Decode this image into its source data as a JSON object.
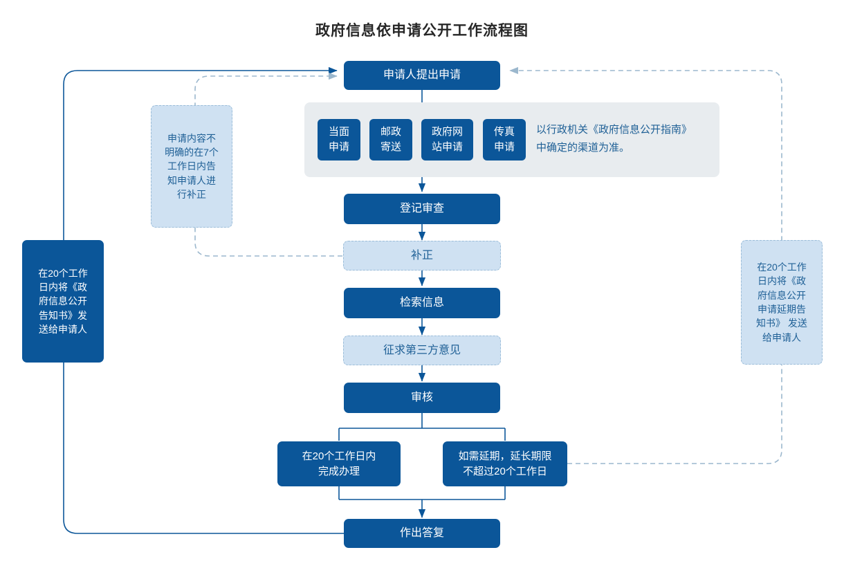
{
  "title": "政府信息依申请公开工作流程图",
  "nodes": {
    "apply": "申请人提出申请",
    "channels": [
      "当面\n申请",
      "邮政\n寄送",
      "政府网\n站申请",
      "传真\n申请"
    ],
    "channel_note": "以行政机关《政府信息公开指南》\n中确定的渠道为准。",
    "register": "登记审查",
    "supplement": "补正",
    "search": "检索信息",
    "third_party": "征求第三方意见",
    "review": "审核",
    "branch_normal": "在20个工作日内\n完成办理",
    "branch_extend": "如需延期，延长期限\n不超过20个工作日",
    "answer": "作出答复",
    "note_left_light": "申请内容不\n明确的在7个\n工作日内告\n知申请人进\n行补正",
    "note_left_dark": "在20个工作\n日内将《政\n府信息公开\n告知书》发\n送给申请人",
    "note_right_light": "在20个工作\n日内将《政\n府信息公开\n申请延期告\n知书》 发送\n给申请人"
  },
  "colors": {
    "dark_blue": "#0b5699",
    "light_blue": "#cfe1f2",
    "group_grey": "#e8ecef",
    "text_blue": "#1f6096",
    "line_solid": "#0b5699",
    "line_dashed": "#9bb7cd",
    "title": "#262626"
  },
  "icons": {
    "arrow_head": "arrow-head-icon"
  }
}
